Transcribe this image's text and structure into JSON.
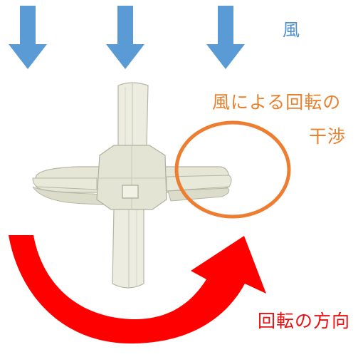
{
  "labels": {
    "wind": "風",
    "interference_line1": "風による回転の",
    "interference_line2": "干渉",
    "rotation_direction": "回転の方向"
  },
  "colors": {
    "wind_arrow": "#5b9bd5",
    "wind_text": "#4f90cf",
    "interference": "#ed7d31",
    "rotation_arrow": "#ff0000",
    "rotation_text": "#e81010",
    "rotor_body": "#e8e8d8",
    "rotor_shade": "#b8b8a8"
  },
  "icons": {
    "wind_arrow_count": 3,
    "wind_arrow_name": "down-arrow-icon",
    "rotation_arrow_name": "curved-arrow-icon",
    "highlight_name": "circle-highlight"
  }
}
